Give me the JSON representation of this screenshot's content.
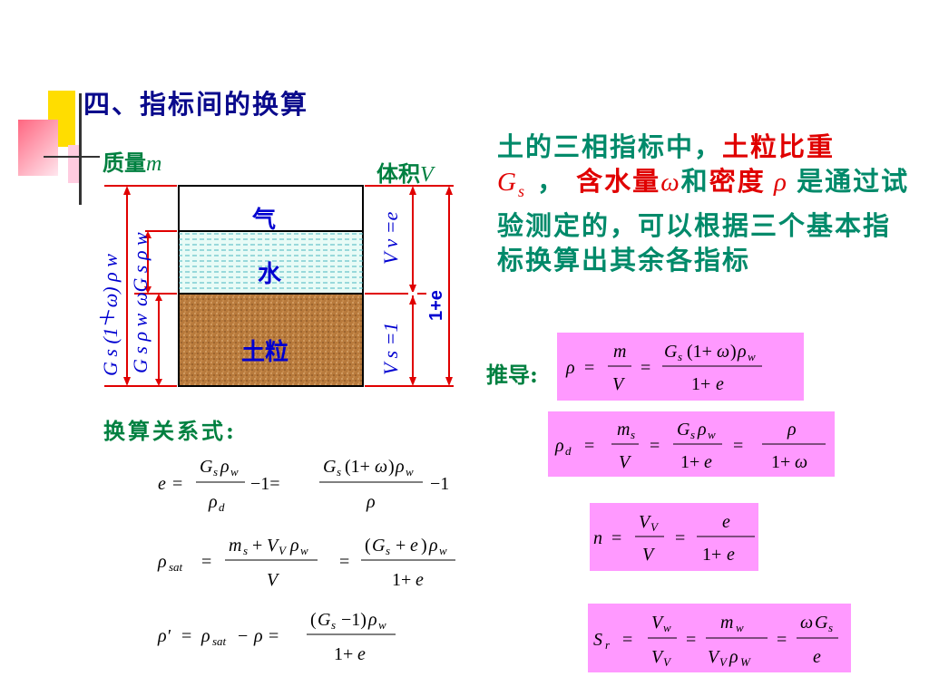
{
  "title": "四、指标间的换算",
  "intro": {
    "part1": "土的三相指标中，",
    "part2": "土粒比重",
    "gs": "G",
    "gs_sub": "s",
    "part3": " ， ",
    "part4": "含水量",
    "omega": "ω",
    "part5": "和",
    "part6": "密度",
    "rho": " ρ ",
    "part7": "是通过试验测定的，可以根据三个基本指标换算出其余各指标"
  },
  "diagram": {
    "mass_label": "质量",
    "mass_symbol": "m",
    "volume_label": "体积",
    "volume_symbol": "V",
    "phase_air": "气",
    "phase_water": "水",
    "phase_solid": "土粒",
    "left_total": "G s (1＋ω) ρ w",
    "left_water": "ωG s ρ w",
    "left_solid": "G s ρ w",
    "right_void": "V v =e",
    "right_solid": "V s =1",
    "right_total": "1+e"
  },
  "derive_label": "推导:",
  "relations_label": "换算关系式:",
  "colors": {
    "formula_bg": "#ff99ff",
    "green": "#008040",
    "blue": "#0000d0",
    "red": "#e00000",
    "soil": "#b87a3c"
  }
}
